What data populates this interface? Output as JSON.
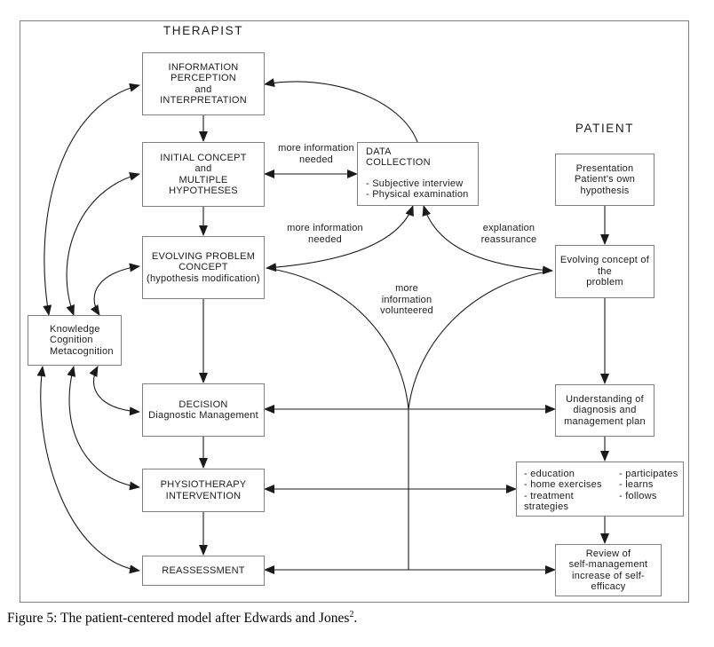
{
  "headers": {
    "therapist": "THERAPIST",
    "patient": "PATIENT"
  },
  "boxes": {
    "info_perception": {
      "lines": [
        "INFORMATION",
        "PERCEPTION",
        "and",
        "INTERPRETATION"
      ]
    },
    "initial_concept": {
      "lines": [
        "INITIAL CONCEPT",
        "and",
        "MULTIPLE",
        "HYPOTHESES"
      ]
    },
    "data_collection": {
      "title_lines": [
        "DATA",
        "COLLECTION"
      ],
      "items": [
        "- Subjective interview",
        "- Physical examination"
      ]
    },
    "evolving_problem": {
      "lines": [
        "EVOLVING PROBLEM",
        "CONCEPT",
        "(hypothesis modification)"
      ]
    },
    "knowledge": {
      "lines": [
        "Knowledge",
        "Cognition",
        "Metacognition"
      ]
    },
    "decision": {
      "lines": [
        "DECISION",
        "Diagnostic Management"
      ]
    },
    "physiotherapy": {
      "lines": [
        "PHYSIOTHERAPY",
        "INTERVENTION"
      ]
    },
    "reassessment": {
      "lines": [
        "REASSESSMENT"
      ]
    },
    "presentation": {
      "lines": [
        "Presentation",
        "Patient's own",
        "hypothesis"
      ]
    },
    "evolving_concept": {
      "lines": [
        "Evolving concept of the",
        "problem"
      ]
    },
    "understanding": {
      "lines": [
        "Understanding of",
        "diagnosis and",
        "management plan"
      ]
    },
    "education": {
      "left": [
        "- education",
        "- home exercises",
        "- treatment strategies"
      ],
      "right": [
        "- participates",
        "- learns",
        "- follows"
      ]
    },
    "review": {
      "lines": [
        "Review of",
        "self-management",
        "increase of self-efficacy"
      ]
    }
  },
  "edge_labels": {
    "more_info_needed_top": [
      "more information",
      "needed"
    ],
    "more_info_needed_mid": [
      "more information",
      "needed"
    ],
    "explanation_reassurance": [
      "explanation",
      "reassurance"
    ],
    "more_info_volunteered": [
      "more",
      "information",
      "volunteered"
    ]
  },
  "caption": {
    "text": "Figure 5: The patient-centered model after Edwards and Jones",
    "superscript": "2",
    "period": "."
  },
  "colors": {
    "line": "#1a1a1a",
    "box_border": "#808080",
    "text": "#1c1c1c",
    "background": "#ffffff"
  }
}
